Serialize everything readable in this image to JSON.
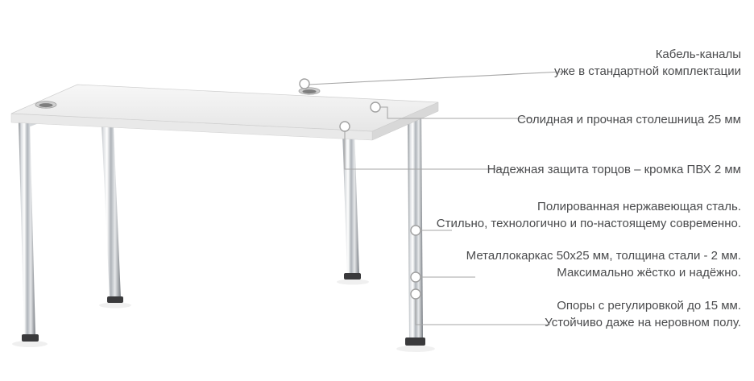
{
  "colors": {
    "background": "#ffffff",
    "text": "#4a4b4d",
    "line": "#a6a6a6"
  },
  "illustration": {
    "subject": "office-desk-with-chrome-legs"
  },
  "callouts": {
    "cable": {
      "line1": "Кабель-каналы",
      "line2": "уже в стандартной комплектации"
    },
    "tabletop": {
      "line1": "Солидная и прочная столешница 25 мм"
    },
    "edge": {
      "line1": "Надежная защита торцов – кромка ПВХ 2 мм"
    },
    "steel": {
      "line1": "Полированная нержавеющая сталь.",
      "line2": "Стильно, технологично и по-настоящему современно."
    },
    "frame": {
      "line1": "Металлокаркас 50х25 мм, толщина стали - 2 мм.",
      "line2": "Максимально жёстко и надёжно."
    },
    "feet": {
      "line1": "Опоры с регулировкой до 15 мм.",
      "line2": "Устойчиво даже на неровном полу."
    }
  }
}
